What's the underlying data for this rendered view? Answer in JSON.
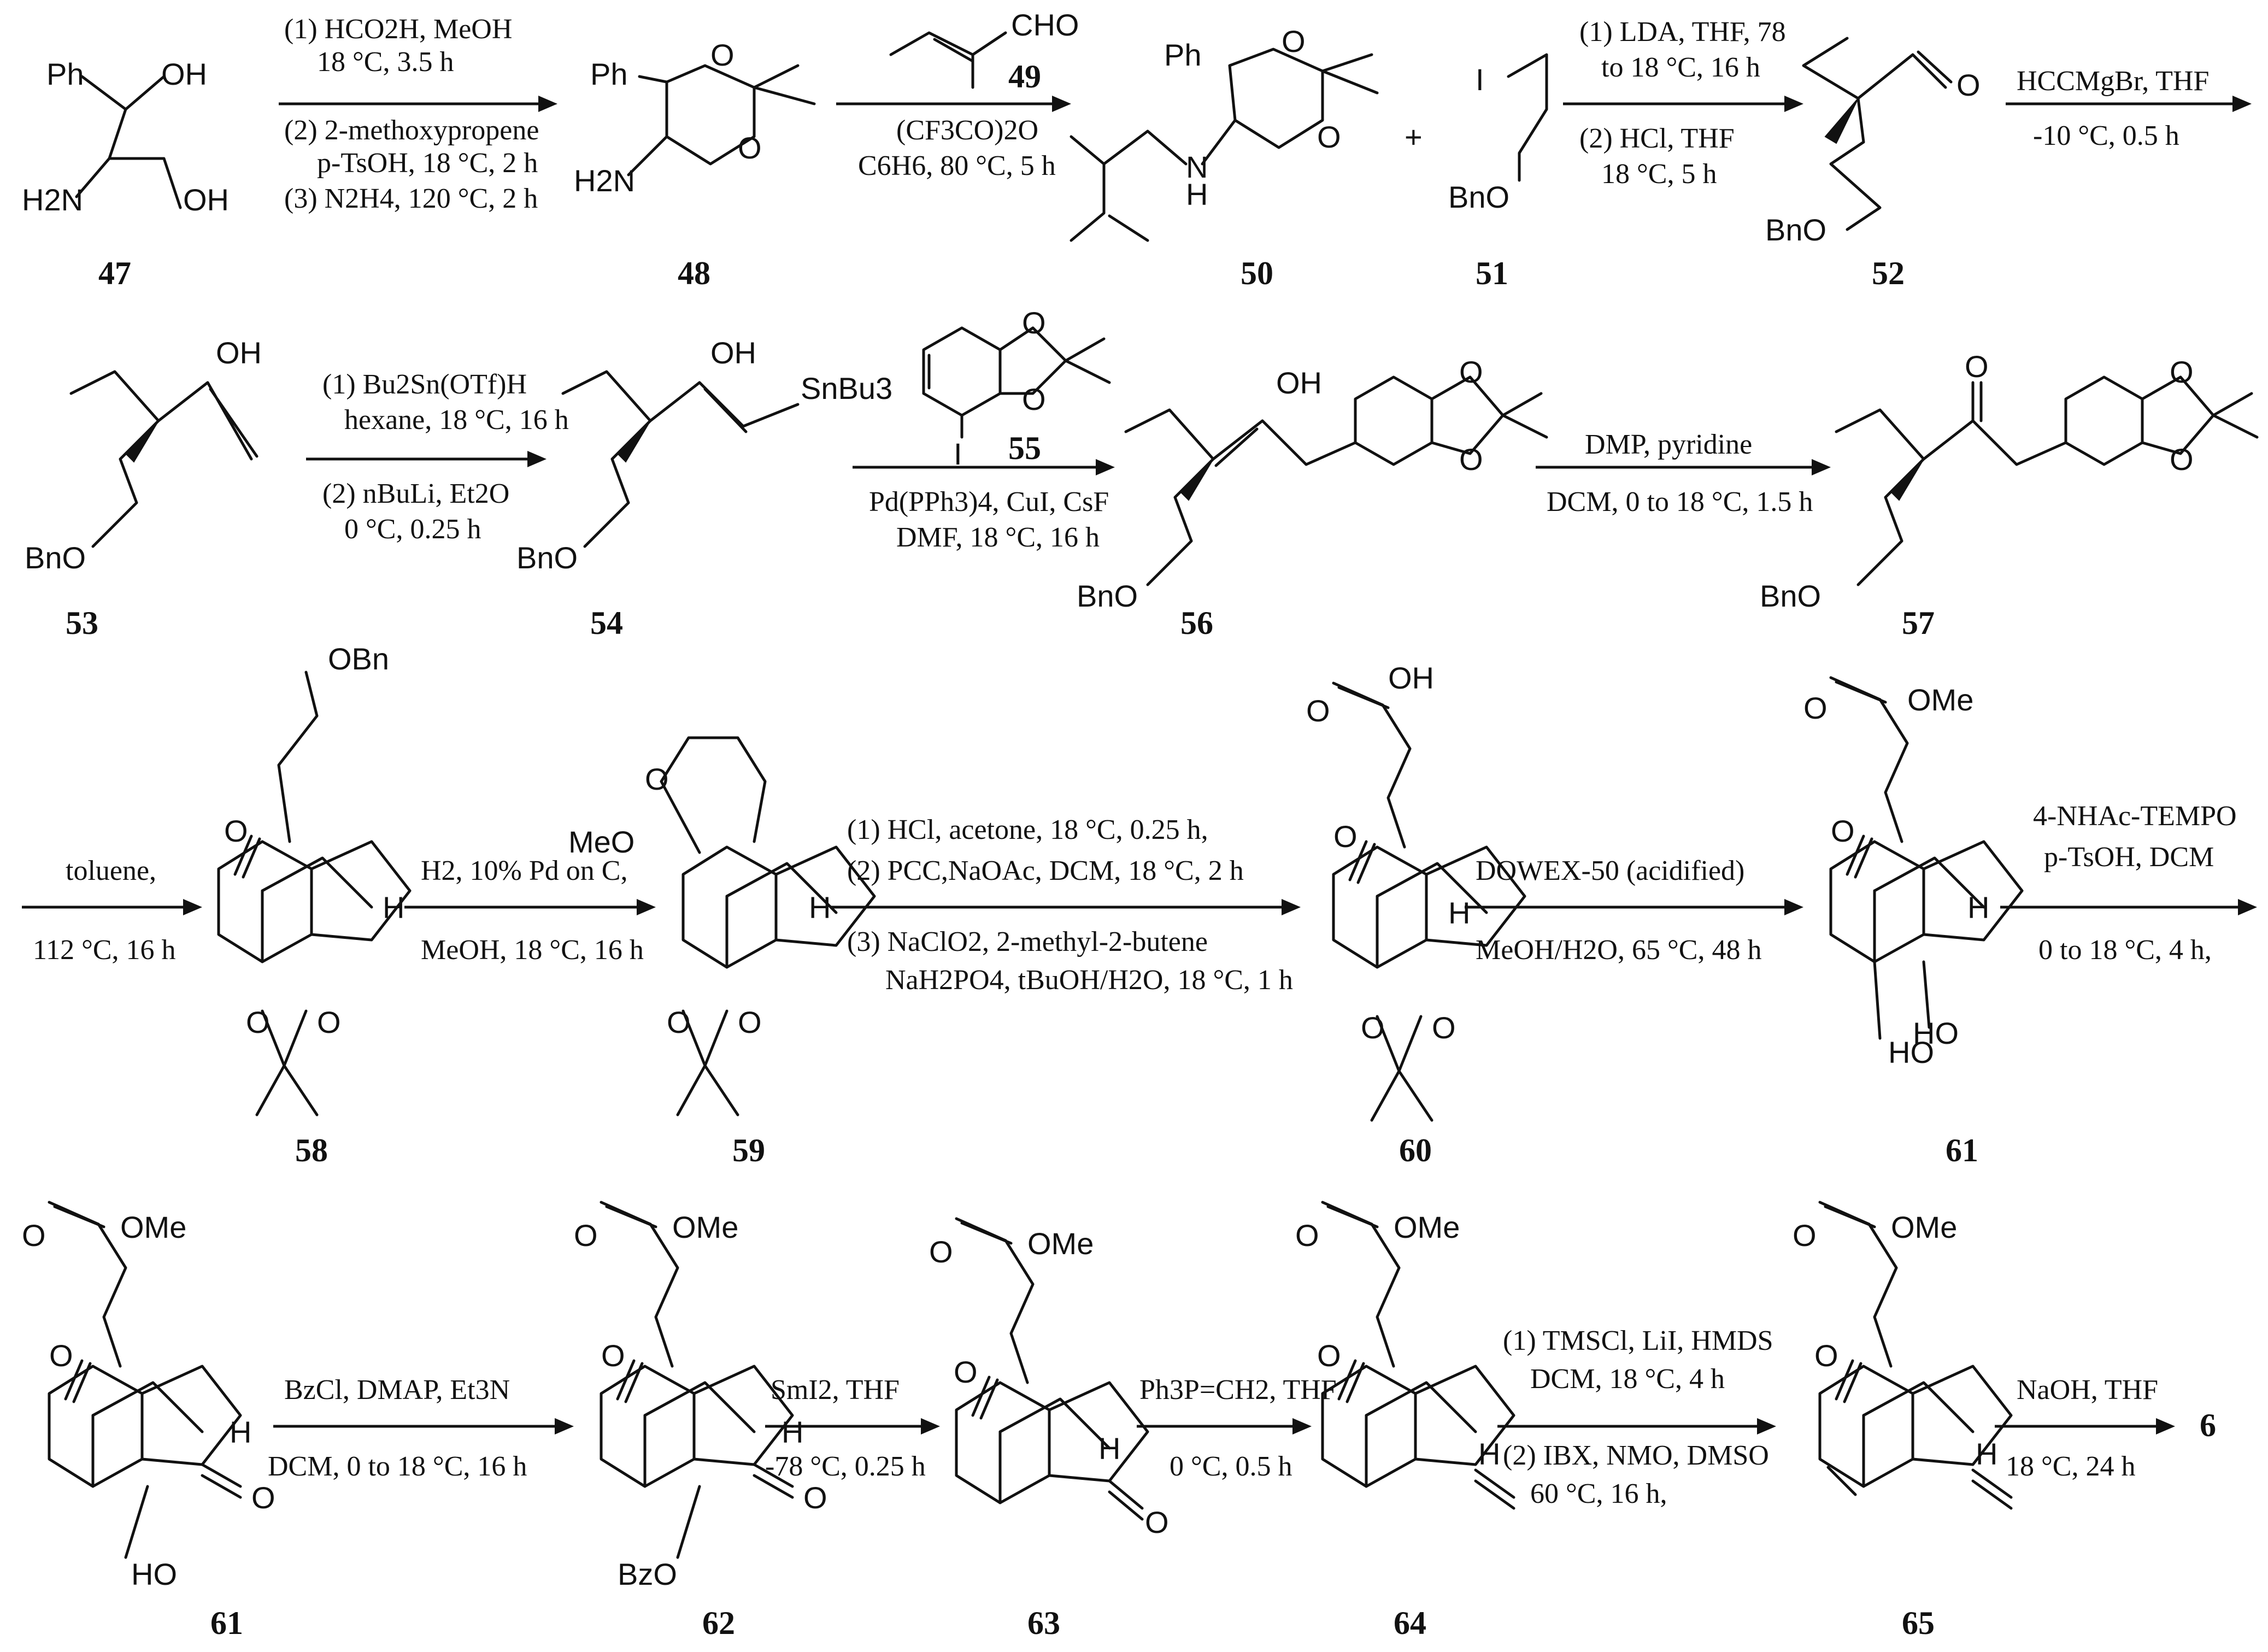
{
  "compound_labels": [
    "47",
    "48",
    "49",
    "50",
    "51",
    "52",
    "53",
    "54",
    "55",
    "56",
    "57",
    "58",
    "59",
    "60",
    "61",
    "61",
    "62",
    "63",
    "64",
    "65",
    "6"
  ],
  "atom_labels": {
    "c47": {
      "ph": "Ph",
      "oh1": "OH",
      "h2n": "H2N",
      "oh2": "OH"
    },
    "c48": {
      "ph": "Ph",
      "o1": "O",
      "o2": "O",
      "h2n": "H2N"
    },
    "c49": {
      "cho": "CHO"
    },
    "c50": {
      "ph": "Ph",
      "o1": "O",
      "o2": "O",
      "n": "N",
      "h": "H"
    },
    "c51": {
      "i": "I",
      "bno": "BnO"
    },
    "c52": {
      "o": "O",
      "bno": "BnO"
    },
    "c53": {
      "oh": "OH",
      "bno": "BnO"
    },
    "c54": {
      "oh": "OH",
      "sn": "SnBu3",
      "bno": "BnO"
    },
    "c55": {
      "o1": "O",
      "o2": "O",
      "i": "I"
    },
    "c56": {
      "oh": "OH",
      "o1": "O",
      "o2": "O",
      "bno": "BnO"
    },
    "c57": {
      "o": "O",
      "o1": "O",
      "o2": "O",
      "bno": "BnO"
    },
    "c58": {
      "obn": "OBn",
      "o": "O",
      "o1": "O",
      "o2": "O",
      "h": "H"
    },
    "c59": {
      "o": "O",
      "meo": "MeO",
      "o1": "O",
      "o2": "O",
      "h": "H"
    },
    "c60": {
      "oh": "OH",
      "o3": "O",
      "o": "O",
      "o1": "O",
      "o2": "O",
      "h": "H"
    },
    "c61a": {
      "ome": "OMe",
      "o3": "O",
      "o": "O",
      "h": "H",
      "ho1": "HO",
      "ho2": "HO"
    },
    "c61b": {
      "ome": "OMe",
      "o3": "O",
      "o": "O",
      "h": "H",
      "o4": "O",
      "ho": "HO"
    },
    "c62": {
      "ome": "OMe",
      "o3": "O",
      "o": "O",
      "h": "H",
      "o4": "O",
      "bzo": "BzO"
    },
    "c63": {
      "ome": "OMe",
      "o3": "O",
      "o": "O",
      "h": "H",
      "o4": "O"
    },
    "c64": {
      "ome": "OMe",
      "o3": "O",
      "o": "O",
      "h": "H"
    },
    "c65": {
      "ome": "OMe",
      "o3": "O",
      "o": "O",
      "h": "H"
    }
  },
  "conditions": {
    "r1": [
      "(1) HCO2H, MeOH",
      "18 °C, 3.5 h",
      "(2) 2-methoxypropene",
      "p-TsOH, 18 °C, 2 h",
      "(3) N2H4, 120 °C, 2 h"
    ],
    "r2": [
      "(CF3CO)2O",
      "C6H6, 80 °C, 5 h"
    ],
    "r3": [
      "(1) LDA, THF, 78",
      "to 18 °C, 16 h",
      "(2) HCl, THF",
      "18 °C, 5 h"
    ],
    "r4": [
      "HCCMgBr, THF",
      "-10 °C, 0.5 h"
    ],
    "r5": [
      "(1) Bu2Sn(OTf)H",
      "hexane, 18 °C, 16 h",
      "(2) nBuLi, Et2O",
      "0 °C, 0.25 h"
    ],
    "r6": [
      "Pd(PPh3)4, CuI, CsF",
      "DMF, 18 °C, 16 h"
    ],
    "r7": [
      "DMP, pyridine",
      "DCM, 0 to 18 °C, 1.5 h"
    ],
    "r8": [
      "toluene,",
      "112 °C, 16 h"
    ],
    "r9": [
      "H2, 10% Pd on C,",
      "MeOH, 18 °C, 16 h"
    ],
    "r10": [
      "(1) HCl, acetone, 18 °C, 0.25 h,",
      "(2) PCC,NaOAc, DCM, 18 °C, 2 h",
      "(3) NaClO2, 2-methyl-2-butene",
      "NaH2PO4, tBuOH/H2O, 18 °C, 1 h"
    ],
    "r11": [
      "DOWEX-50 (acidified)",
      "MeOH/H2O, 65 °C, 48 h"
    ],
    "r12": [
      "4-NHAc-TEMPO",
      "p-TsOH, DCM",
      "0 to 18 °C, 4 h,"
    ],
    "r13": [
      "BzCl, DMAP, Et3N",
      "DCM, 0 to 18 °C, 16 h"
    ],
    "r14": [
      "SmI2, THF",
      "-78 °C, 0.25 h"
    ],
    "r15": [
      "Ph3P=CH2, THF",
      "0 °C, 0.5 h"
    ],
    "r16": [
      "(1) TMSCl, LiI, HMDS",
      "DCM, 18 °C, 4 h",
      "(2) IBX, NMO, DMSO",
      "60 °C, 16 h,"
    ],
    "r17": [
      "NaOH, THF",
      "18 °C, 24 h"
    ]
  },
  "plus_sign": "+"
}
